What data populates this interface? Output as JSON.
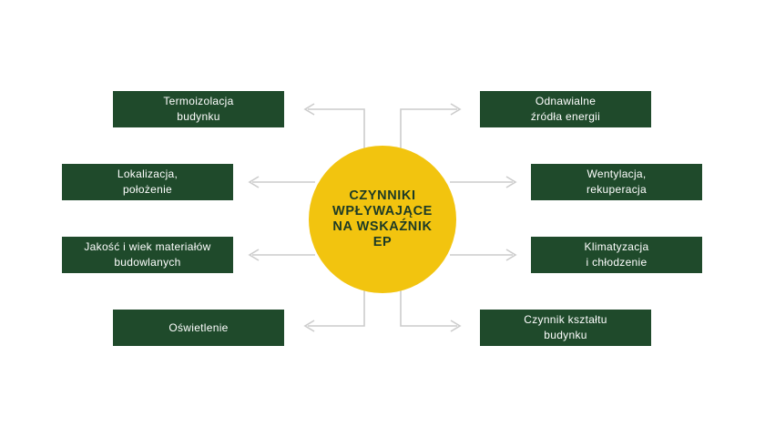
{
  "center": {
    "title": "CZYNNIKI\nWPŁYWAJĄCE\nNA WSKAŹNIK\nEP"
  },
  "factors_left": [
    {
      "label": "Termoizolacja\nbudynku"
    },
    {
      "label": "Lokalizacja,\npołożenie"
    },
    {
      "label": "Jakość i wiek materiałów\nbudowlanych"
    },
    {
      "label": "Oświetlenie"
    }
  ],
  "factors_right": [
    {
      "label": "Odnawialne\nźródła energii"
    },
    {
      "label": "Wentylacja,\nrekuperacja"
    },
    {
      "label": "Klimatyzacja\ni chłodzenie"
    },
    {
      "label": "Czynnik kształtu\nbudynku"
    }
  ],
  "colors": {
    "center_fill": "#f2c40f",
    "center_text": "#1c3a26",
    "box_fill": "#1f4a2b",
    "box_text": "#ffffff",
    "connector": "#cccccc"
  }
}
